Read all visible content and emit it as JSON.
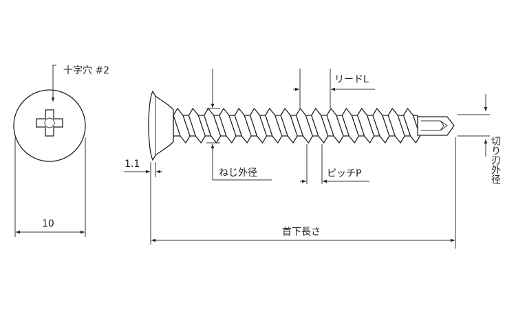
{
  "title": "Drill screw drawing",
  "labels": {
    "recess": "十字穴 #2",
    "head_diameter": "10",
    "head_thickness": "1.1",
    "thread_outer_diameter": "ねじ外径",
    "lead": "リードL",
    "pitch": "ピッチP",
    "length_under_head": "首下長さ",
    "drill_diameter": "切り刃外径"
  },
  "colors": {
    "line": "#222222",
    "background": "#ffffff"
  }
}
